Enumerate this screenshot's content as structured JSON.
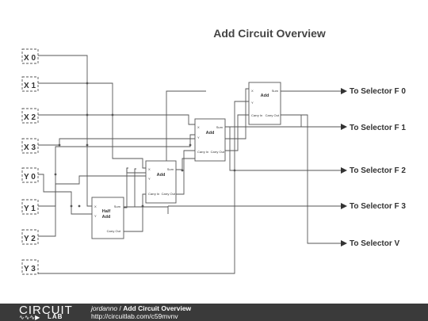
{
  "title": "Add Circuit Overview",
  "inputs": [
    "X 0",
    "X 1",
    "X 2",
    "X 3",
    "Y 0",
    "Y 1",
    "Y 2",
    "Y 3"
  ],
  "outputs": [
    "To Selector F 0",
    "To Selector F 1",
    "To Selector F 2",
    "To Selector F 3",
    "To Selector V"
  ],
  "blocks": [
    {
      "name": "Half Add",
      "pins": {
        "x": "X",
        "y": "Y",
        "sum": "Sum",
        "cout": "Carry Out"
      }
    },
    {
      "name": "Add",
      "pins": {
        "x": "X",
        "y": "Y",
        "sum": "Sum",
        "cin": "Carry In",
        "cout": "Carry Out"
      }
    },
    {
      "name": "Add",
      "pins": {
        "x": "X",
        "y": "Y",
        "sum": "Sum",
        "cin": "Carry In",
        "cout": "Carry Out"
      }
    },
    {
      "name": "Add",
      "pins": {
        "x": "X",
        "y": "Y",
        "sum": "Sum",
        "cin": "Carry In",
        "cout": "Carry Out"
      }
    }
  ],
  "footer": {
    "brand_top": "CIRCUIT",
    "brand_bottom": "LAB",
    "author": "jordanno",
    "separator": " / ",
    "circuit_title": "Add Circuit Overview",
    "url": "http://circuitlab.com/c59mvnv"
  },
  "colors": {
    "wire": "#555555",
    "footer_bg": "#3a3a3a"
  }
}
